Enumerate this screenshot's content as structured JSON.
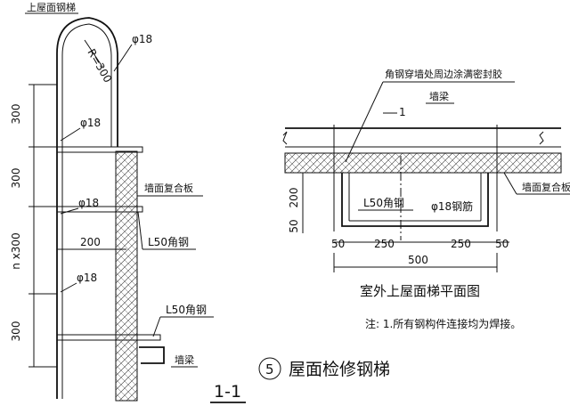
{
  "left": {
    "top_label": "上屋面钢梯",
    "radius_label": "R=300",
    "rebar_label_1": "φ18",
    "rebar_label_2": "φ18",
    "rebar_label_3": "φ18",
    "rebar_label_4": "φ18",
    "dim_300_a": "300",
    "dim_300_b": "300",
    "dim_nx300": "n x300",
    "dim_300_c": "300",
    "dim_200": "200",
    "wall_panel_label": "墙面复合板",
    "angle_label_1": "L50角钢",
    "angle_label_2": "L50角钢",
    "beam_label": "墙梁",
    "section_label": "1-1"
  },
  "right": {
    "seal_note": "角钢穿墙处周边涂满密封胶",
    "section_mark": "1",
    "beam_label": "墙梁",
    "wall_panel_label": "墙面复合板",
    "dim_200": "200",
    "dim_50_v": "50",
    "angle_label": "L50角钢",
    "rebar_label": "φ18钢筋",
    "dim_50_l": "50",
    "dim_250_l": "250",
    "dim_250_r": "250",
    "dim_50_r": "50",
    "dim_500": "500",
    "plan_title": "室外上屋面梯平面图",
    "note": "注: 1.所有钢构件连接均为焊接。"
  },
  "figure_title": {
    "number": "5",
    "text": "屋面检修钢梯"
  }
}
